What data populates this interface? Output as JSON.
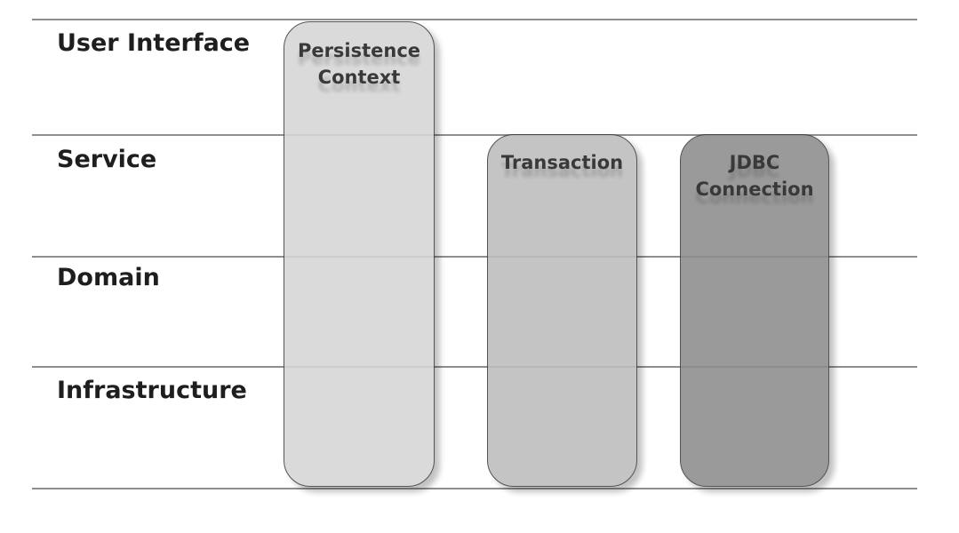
{
  "layers": [
    {
      "label": "User Interface"
    },
    {
      "label": "Service"
    },
    {
      "label": "Domain"
    },
    {
      "label": "Infrastructure"
    }
  ],
  "columns": [
    {
      "title_lines": [
        "Persistence",
        "Context"
      ],
      "fill": "#d6d6d6"
    },
    {
      "title_lines": [
        "Transaction"
      ],
      "fill": "#bdbdbd"
    },
    {
      "title_lines": [
        "JDBC",
        "Connection"
      ],
      "fill": "#8d8d8d"
    }
  ],
  "colors": {
    "divider": "#8e8e8e",
    "text": "#1e1e1e",
    "border": "#3c3c3c"
  }
}
